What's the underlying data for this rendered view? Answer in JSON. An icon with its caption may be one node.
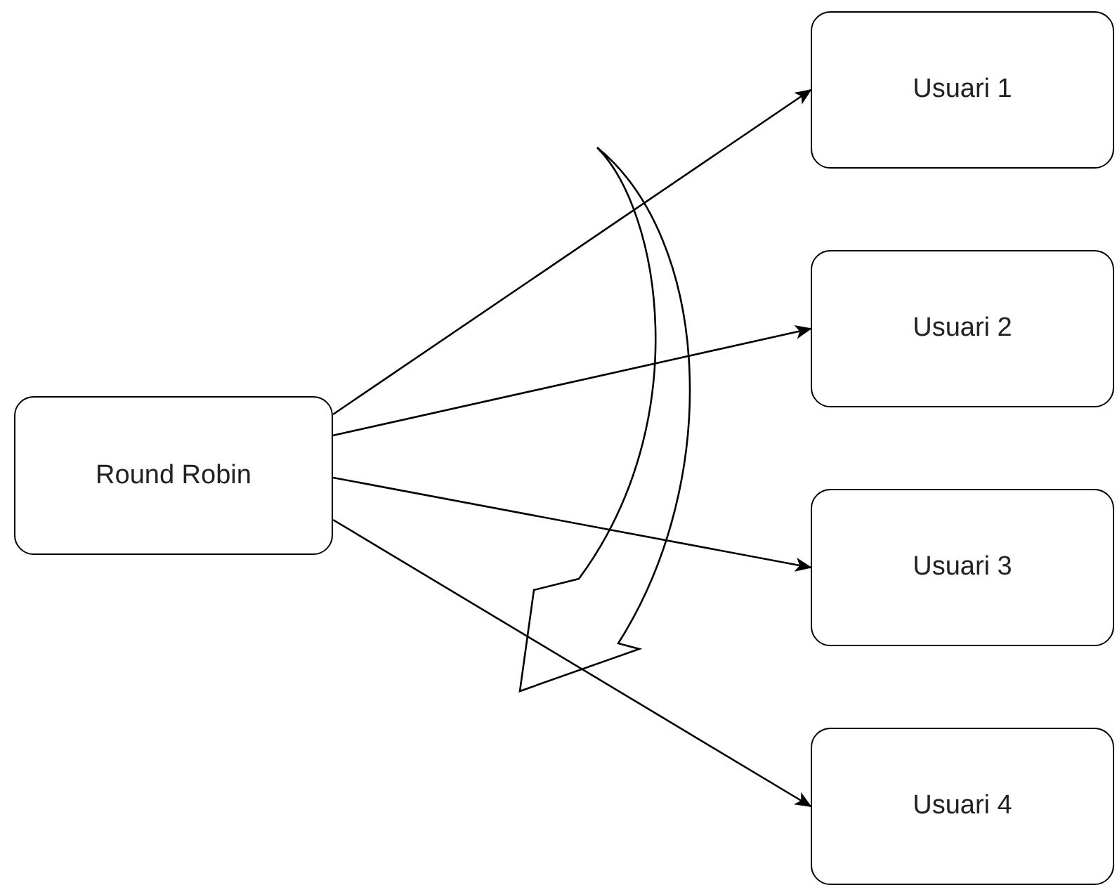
{
  "diagram": {
    "nodes": [
      {
        "text": [
          "Round Robin"
        ]
      },
      {
        "text": [
          "Usuari 1"
        ]
      },
      {
        "text": [
          "Usuari 2"
        ]
      },
      {
        "text": [
          "Usuari 3"
        ]
      },
      {
        "text": [
          "Usuari 4"
        ]
      }
    ],
    "edges": [
      {
        "from": 0,
        "to": 1,
        "arrow": "to"
      },
      {
        "from": 0,
        "to": 2,
        "arrow": "to"
      },
      {
        "from": 0,
        "to": 3,
        "arrow": "to"
      },
      {
        "from": 0,
        "to": 4,
        "arrow": "to"
      }
    ]
  }
}
